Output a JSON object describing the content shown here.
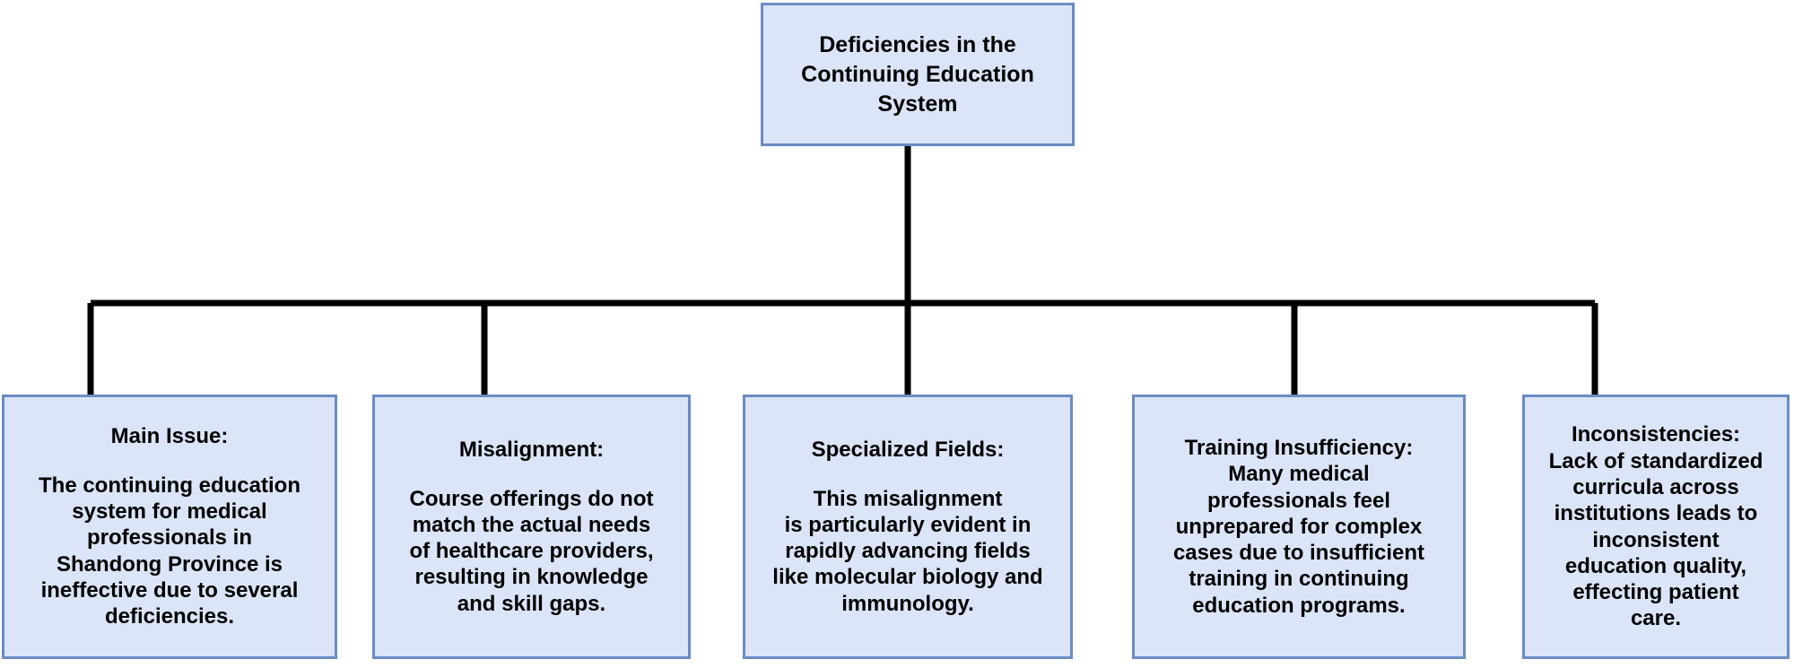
{
  "diagram": {
    "type": "tree-chart",
    "orientation": "top-down",
    "colors": {
      "node_fill": "#dbe5f7",
      "node_border": "#6a8cc4",
      "connector": "#000000",
      "text": "#000000",
      "background": "#ffffff"
    },
    "root": {
      "id": "root",
      "title": "Deficiencies in the\nContinuing Education\nSystem"
    },
    "children": [
      {
        "id": "main-issue",
        "title": "Main Issue:",
        "body": "The continuing education\nsystem for medical\nprofessionals in\nShandong Province is\nineffective due to several\ndeficiencies."
      },
      {
        "id": "misalignment",
        "title": "Misalignment:",
        "body": "Course offerings do not\nmatch the actual needs\nof healthcare providers,\nresulting in knowledge\nand skill gaps."
      },
      {
        "id": "specialized-fields",
        "title": "Specialized Fields:",
        "body": "This misalignment\nis particularly evident in\nrapidly advancing fields\nlike molecular biology and\nimmunology."
      },
      {
        "id": "training-insufficiency",
        "title": "Training Insufficiency:",
        "body": "Many medical\nprofessionals feel\nunprepared for complex\ncases due to insufficient\ntraining in continuing\neducation programs."
      },
      {
        "id": "inconsistencies",
        "title": "Inconsistencies:",
        "body": "Lack of standardized\ncurricula across\ninstitutions leads to\ninconsistent\neducation quality,\neffecting patient\ncare."
      }
    ]
  }
}
